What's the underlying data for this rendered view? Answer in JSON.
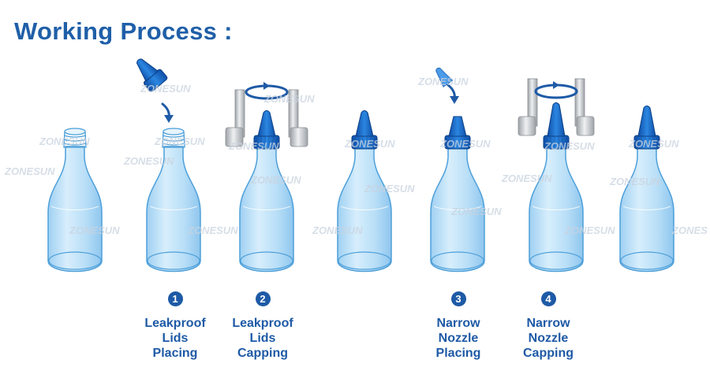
{
  "title": "Working Process :",
  "watermark": "ZONESUN",
  "watermark_cut": "ZONES",
  "colors": {
    "title": "#1f5fa8",
    "bottle_fill": "#b5dcf6",
    "bottle_stroke": "#4d9fd9",
    "cap": "#1565c9",
    "badge": "#1e5aa6",
    "arrow": "#1e5aa6",
    "chuck": "#c8ccd0"
  },
  "steps": [
    {
      "number": "1",
      "lines": [
        "Leakproof",
        "Lids",
        "Placing"
      ]
    },
    {
      "number": "2",
      "lines": [
        "Leakproof",
        "Lids",
        "Capping"
      ]
    },
    {
      "number": "3",
      "lines": [
        "Narrow",
        "Nozzle",
        "Placing"
      ]
    },
    {
      "number": "4",
      "lines": [
        "Narrow",
        "Nozzle",
        "Capping"
      ]
    }
  ],
  "bottles": [
    {
      "name": "bottle-empty",
      "state": "open-neck"
    },
    {
      "name": "bottle-lid-placing",
      "state": "open-neck",
      "icons": [
        "falling-nozzle-cap-icon",
        "down-arrow-icon"
      ]
    },
    {
      "name": "bottle-lid-capping",
      "state": "capped",
      "icons": [
        "capping-chuck-icon",
        "rotation-arrow-icon"
      ]
    },
    {
      "name": "bottle-lid-capped",
      "state": "capped"
    },
    {
      "name": "bottle-nozzle-placing",
      "state": "capped-short",
      "icons": [
        "falling-nozzle-tip-icon",
        "down-arrow-icon"
      ]
    },
    {
      "name": "bottle-nozzle-capping",
      "state": "capped",
      "icons": [
        "capping-chuck-icon",
        "rotation-arrow-icon"
      ]
    },
    {
      "name": "bottle-finished",
      "state": "capped"
    }
  ]
}
